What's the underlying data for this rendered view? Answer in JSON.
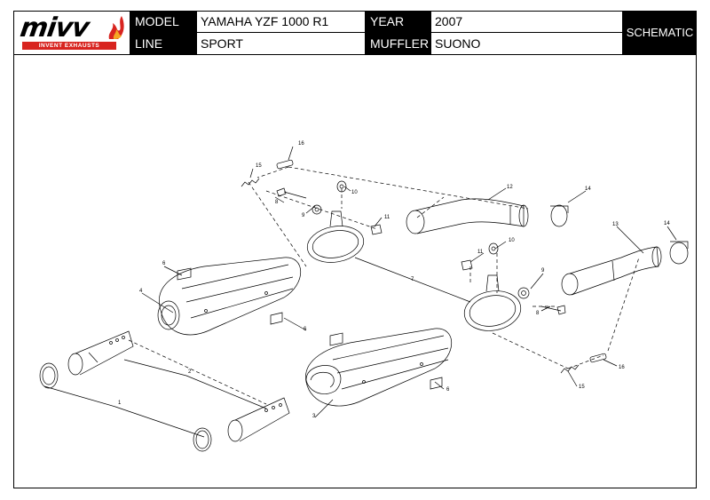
{
  "header": {
    "logo": "mivv",
    "logo_tagline": "INVENT EXHAUSTS",
    "model_label": "MODEL",
    "model_value": "YAMAHA YZF 1000 R1",
    "line_label": "LINE",
    "line_value": "SPORT",
    "year_label": "YEAR",
    "year_value": "2007",
    "muffler_label": "MUFFLER",
    "muffler_value": "SUONO",
    "schematic": "SCHEMATIC"
  },
  "callouts": [
    {
      "id": "c1",
      "text": "1"
    },
    {
      "id": "c2",
      "text": "2"
    },
    {
      "id": "c3",
      "text": "3"
    },
    {
      "id": "c4",
      "text": "4"
    },
    {
      "id": "c6a",
      "text": "6"
    },
    {
      "id": "c6b",
      "text": "6"
    },
    {
      "id": "c6c",
      "text": "6"
    },
    {
      "id": "c7",
      "text": "7"
    },
    {
      "id": "c8a",
      "text": "8"
    },
    {
      "id": "c8b",
      "text": "8"
    },
    {
      "id": "c9a",
      "text": "9"
    },
    {
      "id": "c9b",
      "text": "9"
    },
    {
      "id": "c10a",
      "text": "10"
    },
    {
      "id": "c10b",
      "text": "10"
    },
    {
      "id": "c11a",
      "text": "11"
    },
    {
      "id": "c11b",
      "text": "11"
    },
    {
      "id": "c12",
      "text": "12"
    },
    {
      "id": "c13",
      "text": "13"
    },
    {
      "id": "c14a",
      "text": "14"
    },
    {
      "id": "c14b",
      "text": "14"
    },
    {
      "id": "c15a",
      "text": "15"
    },
    {
      "id": "c15b",
      "text": "15"
    },
    {
      "id": "c16a",
      "text": "16"
    },
    {
      "id": "c16b",
      "text": "16"
    }
  ]
}
